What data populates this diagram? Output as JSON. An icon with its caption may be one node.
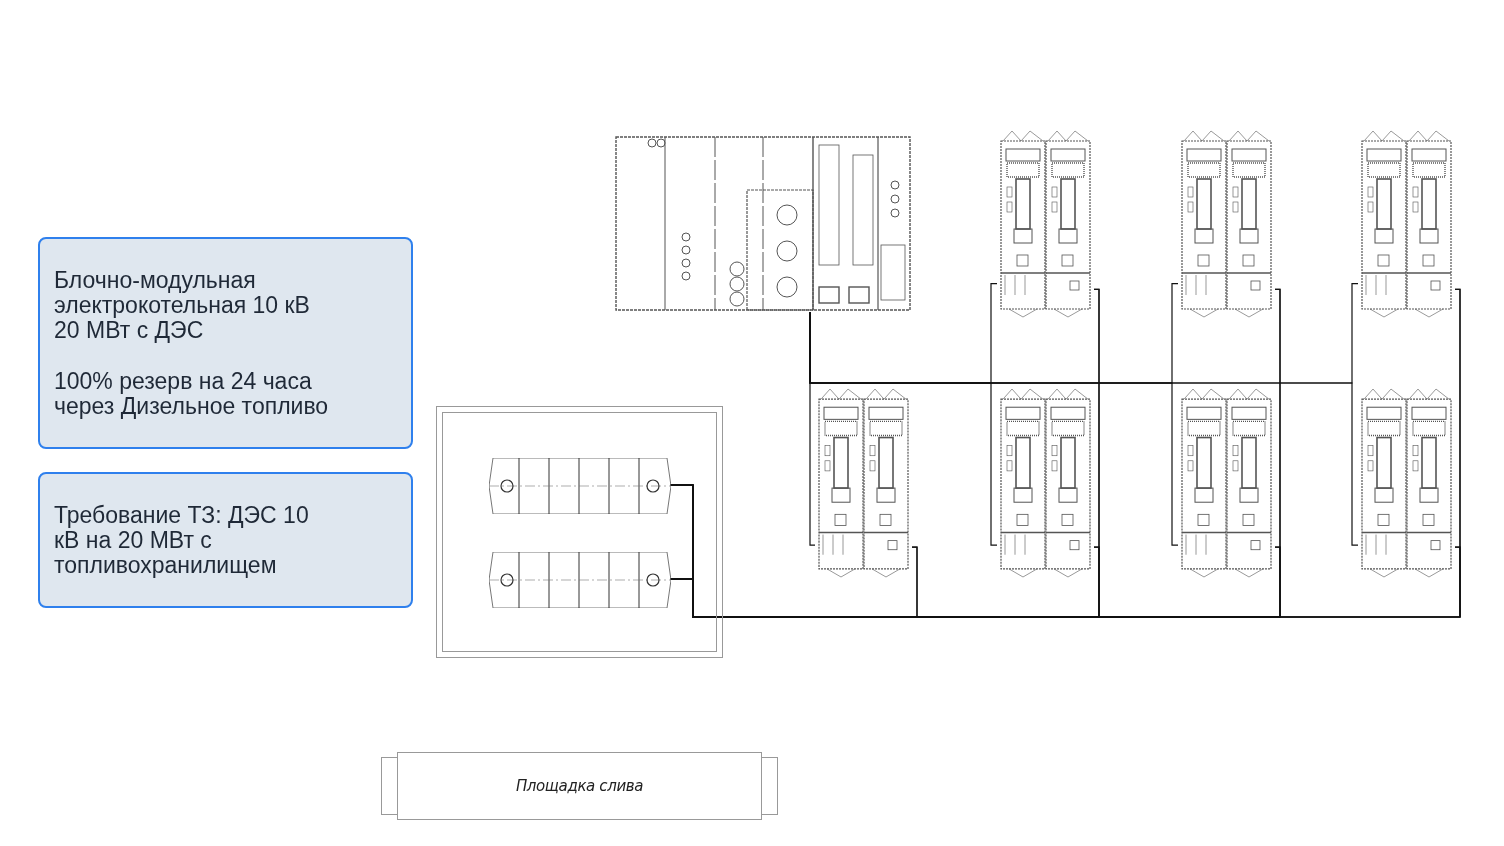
{
  "diagram": {
    "nodes": [
      {
        "text": [
          "Блочно-модульная электрокотельная 10 кВ 20 МВт с ДЭС",
          "100% резерв на 24 часа через Дизельное топливо"
        ]
      },
      {
        "text": [
          "Требование ТЗ: ДЭС 10 кВ на 20 МВт с топливохранилищем"
        ]
      },
      {
        "text": [],
        "shape": "picture"
      },
      {
        "text": [],
        "shape": "picture"
      },
      {
        "text": [],
        "shape": "picture"
      },
      {
        "text": [],
        "shape": "picture"
      },
      {
        "text": [],
        "shape": "picture"
      },
      {
        "text": [],
        "shape": "picture"
      },
      {
        "text": [],
        "shape": "picture"
      },
      {
        "text": [],
        "shape": "picture"
      },
      {
        "text": [],
        "shape": "box"
      },
      {
        "text": [],
        "shape": "cylinder",
        "in": 10
      },
      {
        "text": [],
        "shape": "cylinder",
        "in": 10
      },
      {
        "text": [
          "Площадка слива"
        ]
      }
    ],
    "edges": [
      {
        "from": 2,
        "to": 3,
        "arrow": "none"
      },
      {
        "from": 2,
        "to": 4,
        "arrow": "none"
      },
      {
        "from": 2,
        "to": 5,
        "arrow": "none"
      },
      {
        "from": 2,
        "to": 6,
        "arrow": "none"
      },
      {
        "from": 2,
        "to": 7,
        "arrow": "none"
      },
      {
        "from": 2,
        "to": 8,
        "arrow": "none"
      },
      {
        "from": 2,
        "to": 9,
        "arrow": "none"
      },
      {
        "from": 11,
        "to": 3,
        "arrow": "none"
      },
      {
        "from": 11,
        "to": 4,
        "arrow": "none"
      },
      {
        "from": 11,
        "to": 5,
        "arrow": "none"
      },
      {
        "from": 11,
        "to": 6,
        "arrow": "none"
      },
      {
        "from": 11,
        "to": 7,
        "arrow": "none"
      },
      {
        "from": 11,
        "to": 8,
        "arrow": "none"
      },
      {
        "from": 11,
        "to": 9,
        "arrow": "none"
      },
      {
        "from": 12,
        "to": 3,
        "arrow": "none"
      },
      {
        "from": 12,
        "to": 4,
        "arrow": "none"
      },
      {
        "from": 12,
        "to": 5,
        "arrow": "none"
      },
      {
        "from": 12,
        "to": 6,
        "arrow": "none"
      },
      {
        "from": 12,
        "to": 7,
        "arrow": "none"
      },
      {
        "from": 12,
        "to": 8,
        "arrow": "none"
      },
      {
        "from": 12,
        "to": 9,
        "arrow": "none"
      }
    ]
  }
}
